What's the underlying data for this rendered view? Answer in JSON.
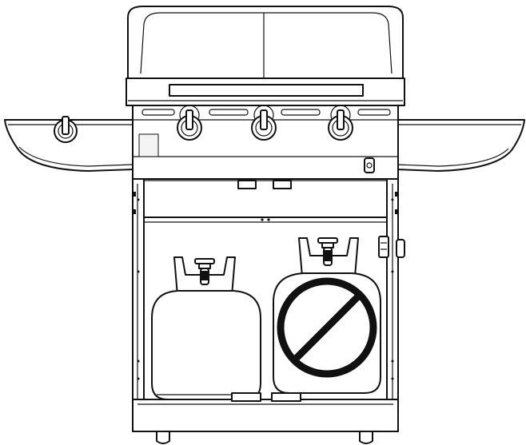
{
  "figure": {
    "subject": "gas-grill-cart",
    "items": [
      {
        "name": "lid",
        "icon": "grill-lid-icon"
      },
      {
        "name": "control-knobs",
        "icon": "knob-icon"
      },
      {
        "name": "side-burner-knob",
        "icon": "knob-icon"
      },
      {
        "name": "igniter-button",
        "icon": "igniter-icon"
      },
      {
        "name": "correct-tank",
        "icon": "propane-tank-icon"
      },
      {
        "name": "incorrect-tank",
        "icon": "prohibited-icon"
      }
    ],
    "colors": {
      "line": "#111111",
      "background": "#ffffff",
      "panel": "#f4f4f4"
    }
  }
}
